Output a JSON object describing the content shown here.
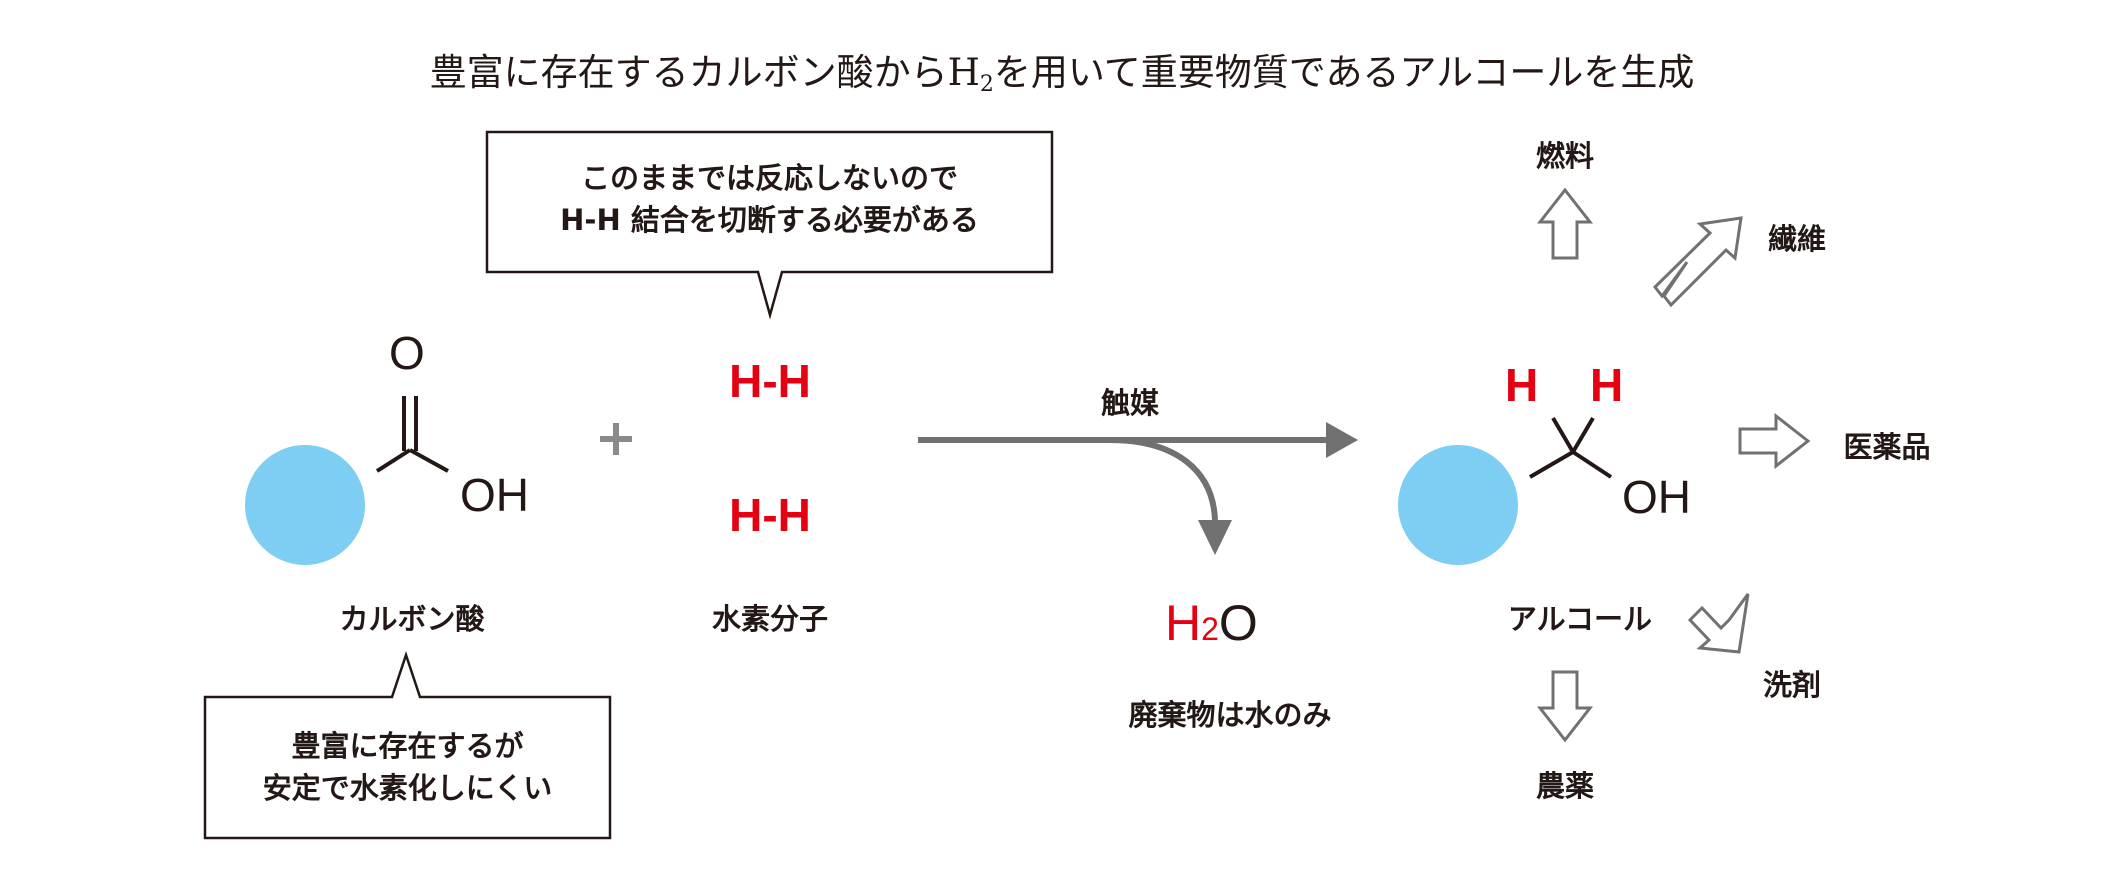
{
  "title": {
    "prefix": "豊富に存在するカルボン酸からH",
    "subscript": "2",
    "suffix": "を用いて重要物質であるアルコールを生成"
  },
  "speech_top": {
    "line1": "このままでは反応しないので",
    "line2": "H-H 結合を切断する必要がある"
  },
  "speech_bottom": {
    "line1": "豊富に存在するが",
    "line2": "安定で水素化しにくい"
  },
  "carboxylic_acid": {
    "o_label": "O",
    "oh_label": "OH",
    "name": "カルボン酸"
  },
  "plus_sign": "+",
  "hydrogen": {
    "hh1": "H-H",
    "hh2": "H-H",
    "name": "水素分子"
  },
  "catalyst_label": "触媒",
  "water": {
    "h": "H",
    "sub": "2",
    "o": "O",
    "caption": "廃棄物は水のみ"
  },
  "alcohol": {
    "h1": "H",
    "h2": "H",
    "oh_label": "OH",
    "name": "アルコール"
  },
  "uses": {
    "fuel": "燃料",
    "fiber": "繊維",
    "medicine": "医薬品",
    "detergent": "洗剤",
    "pesticide": "農薬"
  },
  "colors": {
    "circle": "#7ecef4",
    "red": "#e50012",
    "arrow": "#727171",
    "text": "#231815"
  }
}
